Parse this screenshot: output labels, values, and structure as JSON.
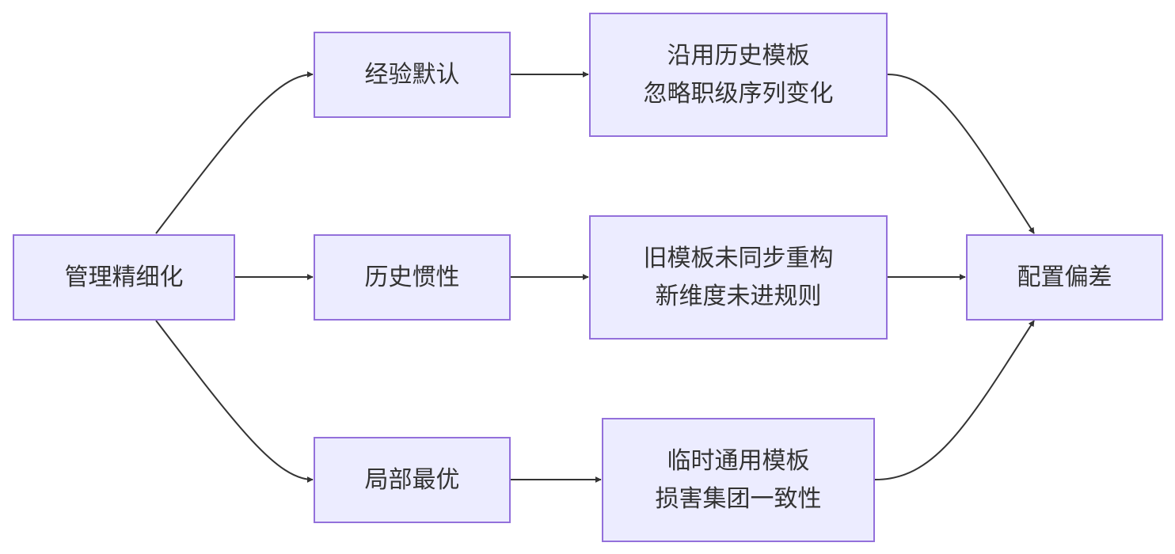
{
  "diagram": {
    "nodes": {
      "mgmt": {
        "lines": [
          "管理精细化"
        ]
      },
      "exp": {
        "lines": [
          "经验默认"
        ]
      },
      "hist": {
        "lines": [
          "历史惯性"
        ]
      },
      "local": {
        "lines": [
          "局部最优"
        ]
      },
      "tmpl1": {
        "lines": [
          "沿用历史模板",
          "忽略职级序列变化"
        ]
      },
      "tmpl2": {
        "lines": [
          "旧模板未同步重构",
          "新维度未进规则"
        ]
      },
      "tmpl3": {
        "lines": [
          "临时通用模板",
          "损害集团一致性"
        ]
      },
      "result": {
        "lines": [
          "配置偏差"
        ]
      }
    },
    "edges": [
      {
        "from": "mgmt",
        "to": "exp"
      },
      {
        "from": "mgmt",
        "to": "hist"
      },
      {
        "from": "mgmt",
        "to": "local"
      },
      {
        "from": "exp",
        "to": "tmpl1"
      },
      {
        "from": "hist",
        "to": "tmpl2"
      },
      {
        "from": "local",
        "to": "tmpl3"
      },
      {
        "from": "tmpl1",
        "to": "result"
      },
      {
        "from": "tmpl2",
        "to": "result"
      },
      {
        "from": "tmpl3",
        "to": "result"
      }
    ],
    "colors": {
      "node_fill": "#ececff",
      "node_border": "#9370db",
      "text": "#333333",
      "edge": "#333333"
    }
  }
}
